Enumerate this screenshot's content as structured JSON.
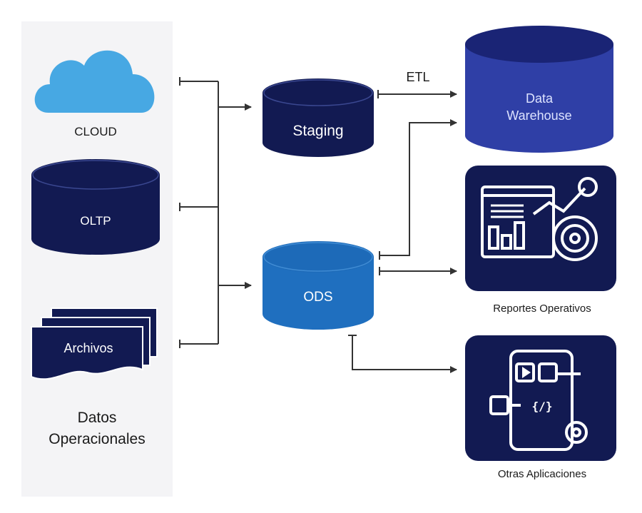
{
  "sources": {
    "cloud_label": "CLOUD",
    "oltp_label": "OLTP",
    "files_label": "Archivos",
    "group_line1": "Datos",
    "group_line2": "Operacionales"
  },
  "hub": {
    "staging_label": "Staging",
    "ods_label": "ODS",
    "etl_label": "ETL"
  },
  "targets": {
    "warehouse_line1": "Data",
    "warehouse_line2": "Warehouse",
    "reports_label": "Reportes Operativos",
    "apps_label": "Otras Aplicaciones"
  },
  "icons": {
    "cloud": "cloud-icon",
    "files": "stacked-documents-icon",
    "reports": "dashboard-analytics-icon",
    "apps": "mobile-app-code-icon"
  },
  "colors": {
    "navy": "#121a52",
    "cloud_blue": "#47a8e3",
    "ods_blue": "#1f6fbf",
    "warehouse_blue": "#2f3fa6",
    "panel": "#f4f4f6",
    "line": "#333333"
  }
}
